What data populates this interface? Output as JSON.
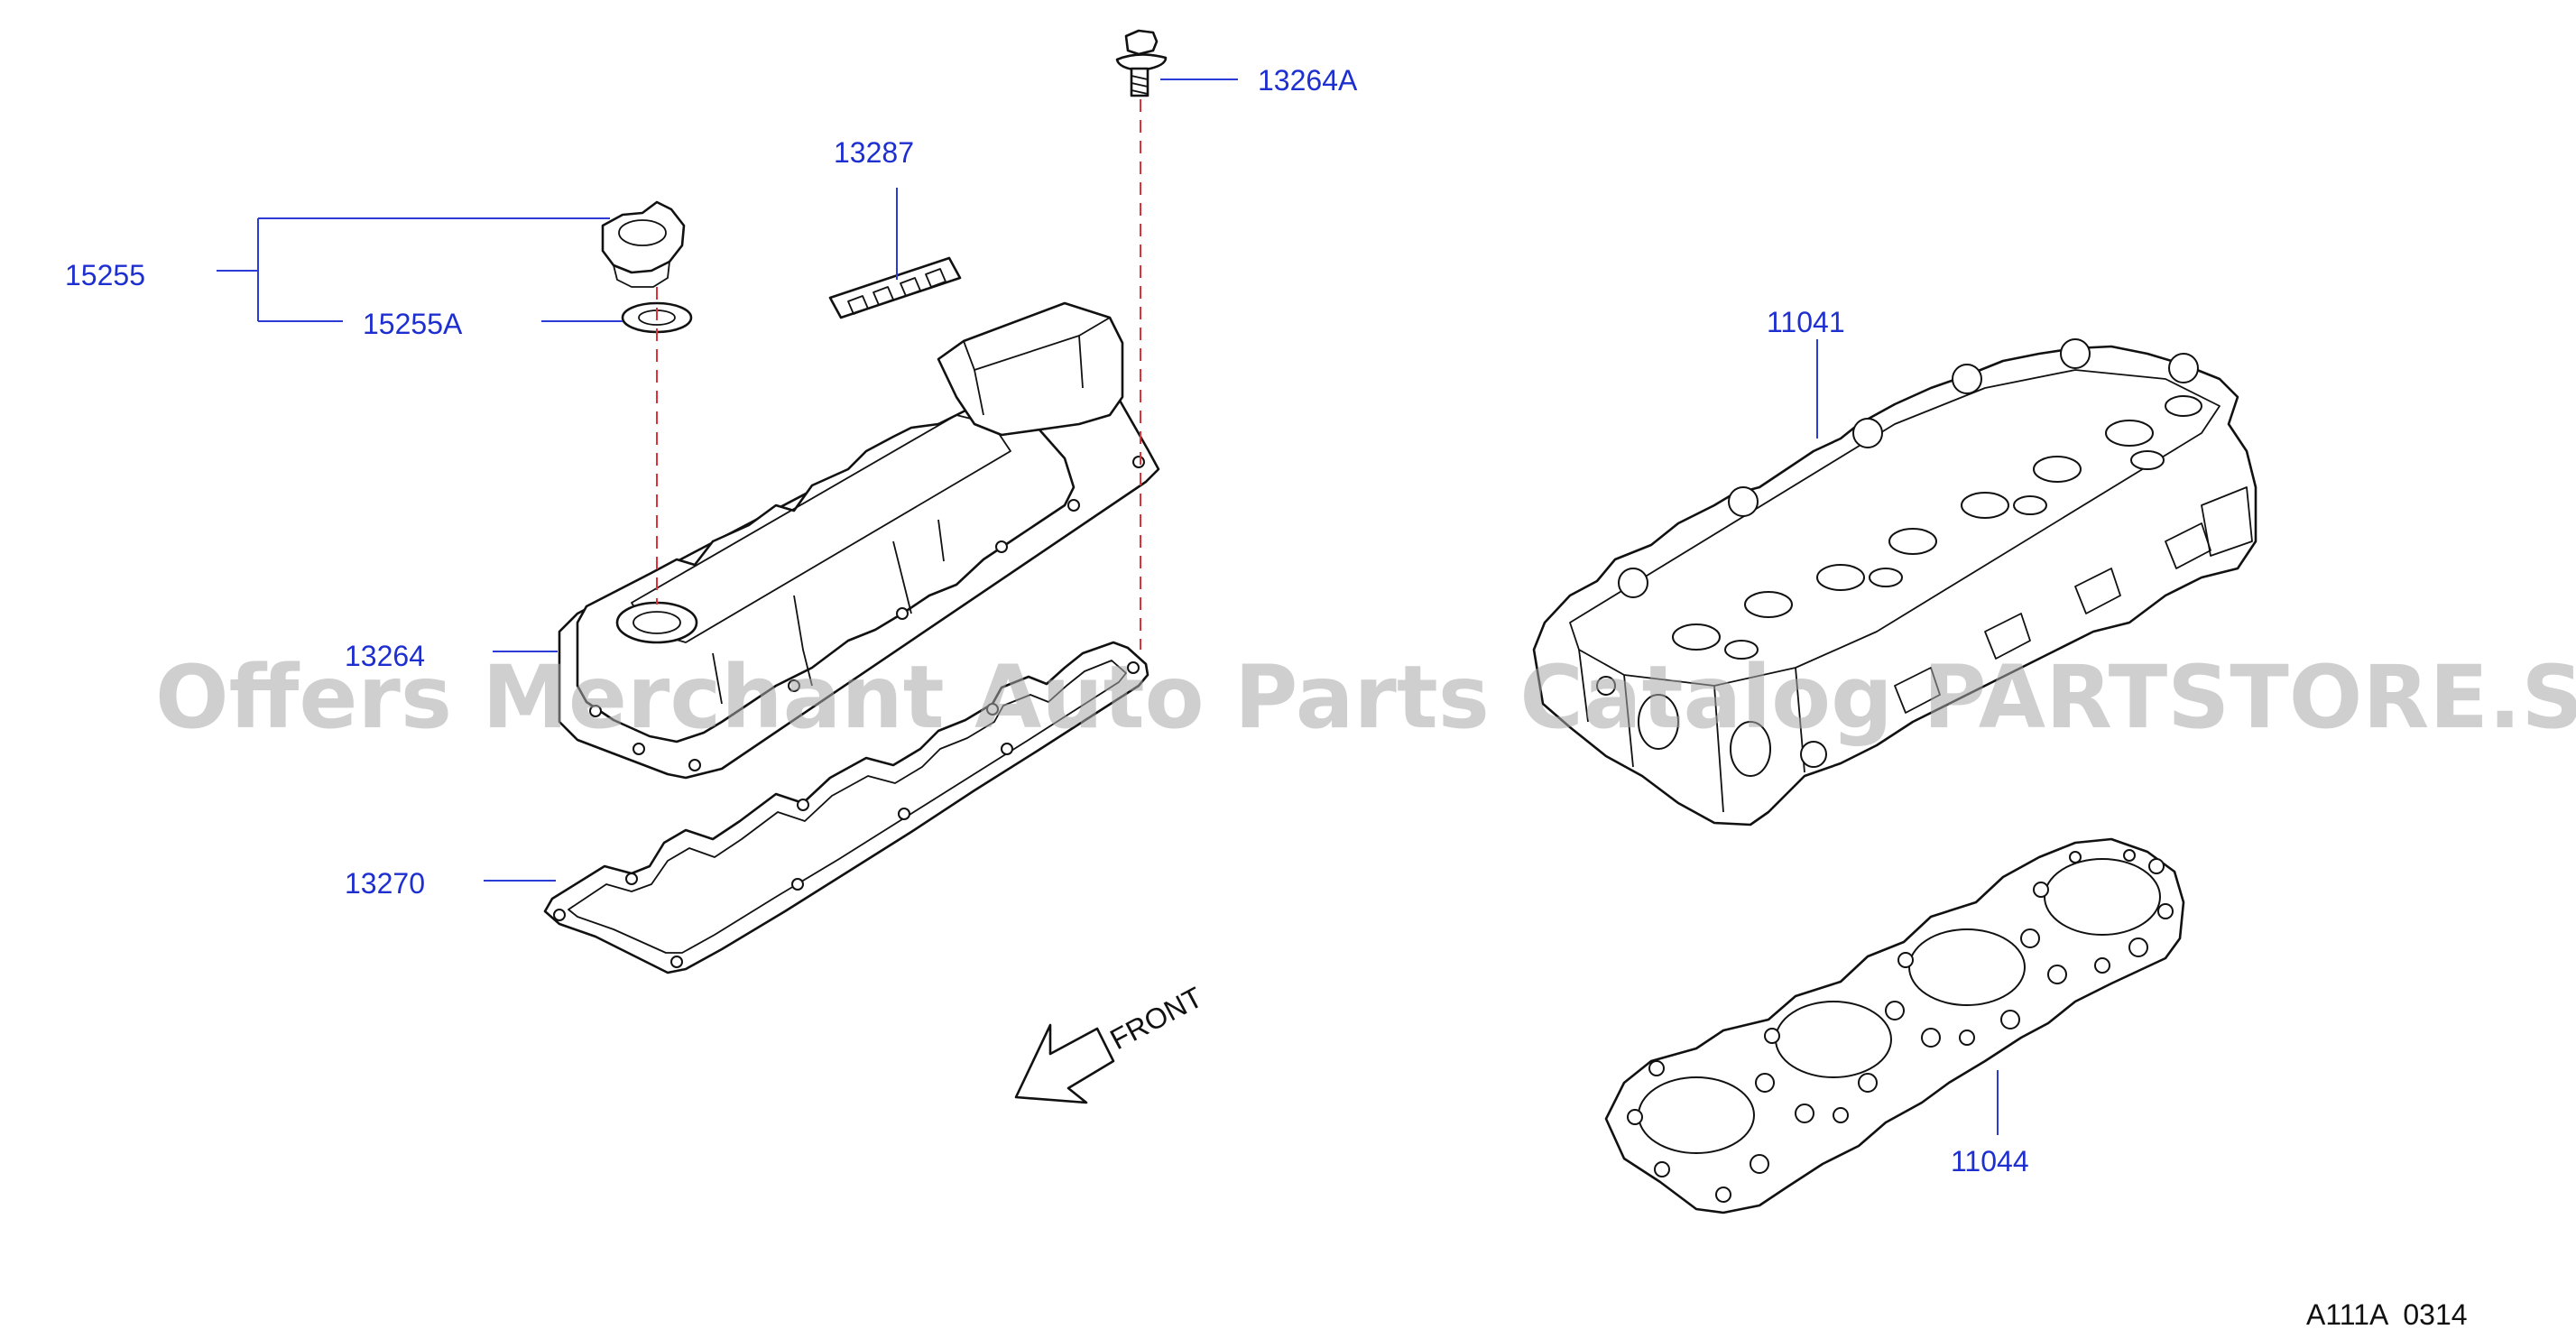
{
  "labels": {
    "p15255": "15255",
    "p15255A": "15255A",
    "p13287": "13287",
    "p13264A": "13264A",
    "p13264": "13264",
    "p13270": "13270",
    "p11041": "11041",
    "p11044": "11044"
  },
  "front_text": "FRONT",
  "diagram_code": "A111A  0314",
  "watermark": "Offers Merchant Auto Parts Catalog PARTSTORE.SA",
  "colors": {
    "label": "#1e2fd0",
    "leader": "#2b3bd6",
    "centerline": "#e0303a",
    "line_art": "#111111",
    "watermark": "#a8a8a8"
  }
}
